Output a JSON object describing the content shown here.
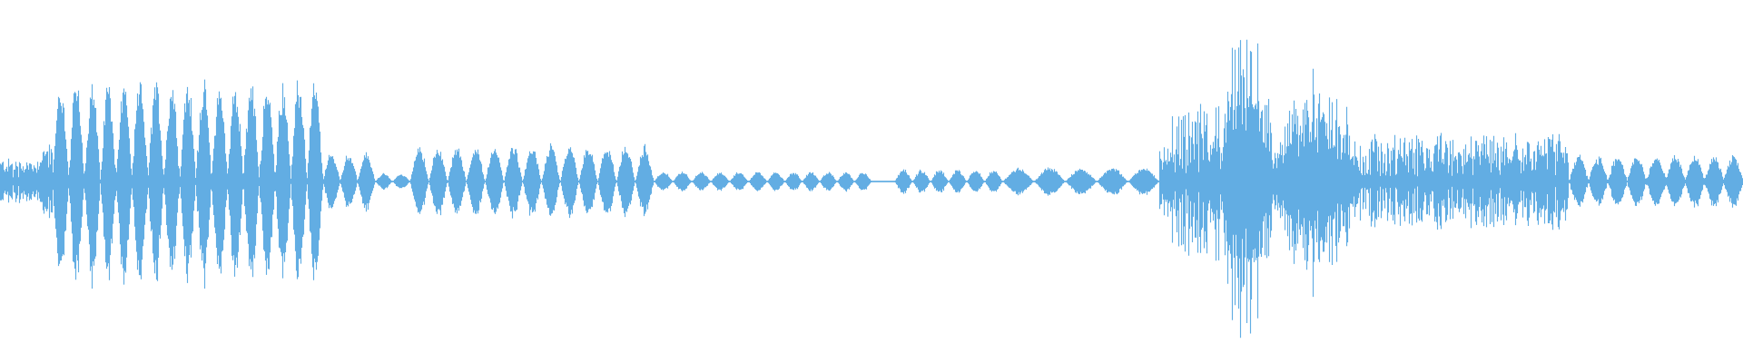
{
  "waveform": {
    "color": "#62ADE3",
    "background": "#FFFFFF",
    "segments": [
      {
        "from": 0.0,
        "to": 0.022,
        "kind": "noise",
        "peak": 0.13,
        "density": 0.9
      },
      {
        "from": 0.022,
        "to": 0.03,
        "kind": "noise",
        "peak": 0.22,
        "density": 1.0
      },
      {
        "from": 0.03,
        "to": 0.185,
        "kind": "lobes",
        "peak": 0.48,
        "count": 17,
        "noise": 0.1
      },
      {
        "from": 0.185,
        "to": 0.215,
        "kind": "lobes",
        "peak": 0.14,
        "count": 3,
        "noise": 0.02
      },
      {
        "from": 0.215,
        "to": 0.235,
        "kind": "lobes",
        "peak": 0.04,
        "count": 2,
        "noise": 0.0
      },
      {
        "from": 0.235,
        "to": 0.375,
        "kind": "lobes",
        "peak": 0.18,
        "count": 13,
        "noise": 0.0
      },
      {
        "from": 0.375,
        "to": 0.44,
        "kind": "lobes",
        "peak": 0.05,
        "count": 6,
        "noise": 0.0
      },
      {
        "from": 0.44,
        "to": 0.5,
        "kind": "lobes",
        "peak": 0.05,
        "count": 6,
        "noise": 0.0
      },
      {
        "from": 0.5,
        "to": 0.513,
        "kind": "flat",
        "peak": 0.004
      },
      {
        "from": 0.513,
        "to": 0.575,
        "kind": "lobes",
        "peak": 0.06,
        "count": 6,
        "noise": 0.0
      },
      {
        "from": 0.575,
        "to": 0.665,
        "kind": "lobes",
        "peak": 0.07,
        "count": 5,
        "noise": 0.0
      },
      {
        "from": 0.665,
        "to": 0.672,
        "kind": "noise",
        "peak": 0.2,
        "density": 1.0
      },
      {
        "from": 0.672,
        "to": 0.7,
        "kind": "noise",
        "peak": 0.45,
        "density": 0.8
      },
      {
        "from": 0.7,
        "to": 0.73,
        "kind": "burst",
        "peak": 0.97,
        "noise": 0.35
      },
      {
        "from": 0.73,
        "to": 0.78,
        "kind": "burst",
        "peak": 0.55,
        "noise": 0.28
      },
      {
        "from": 0.78,
        "to": 0.9,
        "kind": "noise",
        "peak": 0.27,
        "density": 0.85
      },
      {
        "from": 0.9,
        "to": 1.0,
        "kind": "lobes",
        "peak": 0.12,
        "count": 9,
        "noise": 0.04
      }
    ]
  }
}
